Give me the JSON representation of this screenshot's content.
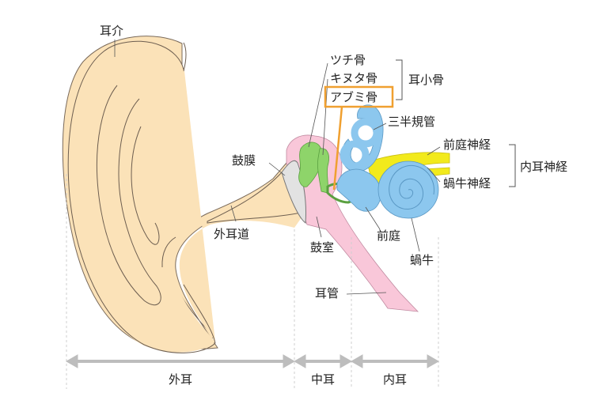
{
  "labels": {
    "auricle": "耳介",
    "tympanic_membrane": "鼓膜",
    "external_canal": "外耳道",
    "tympanic_cavity": "鼓室",
    "eustachian_tube": "耳管",
    "malleus": "ツチ骨",
    "incus": "キヌタ骨",
    "stapes": "アブミ骨",
    "ossicles": "耳小骨",
    "semicircular_canals": "三半規管",
    "vestibular_nerve": "前庭神経",
    "cochlear_nerve": "蝸牛神経",
    "inner_ear_nerve": "内耳神経",
    "vestibule": "前庭",
    "cochlea": "蝸牛"
  },
  "zones": {
    "outer": "外耳",
    "middle": "中耳",
    "inner": "内耳"
  },
  "colors": {
    "skin": "#fbe2b8",
    "middle_ear": "#f9c7d9",
    "ossicle": "#8ed46a",
    "inner_ear": "#8cc7ee",
    "nerve": "#f2ea1c",
    "highlight": "#f0a030",
    "eardrum": "#e2e2e2",
    "arrow": "#bdbdbd"
  }
}
